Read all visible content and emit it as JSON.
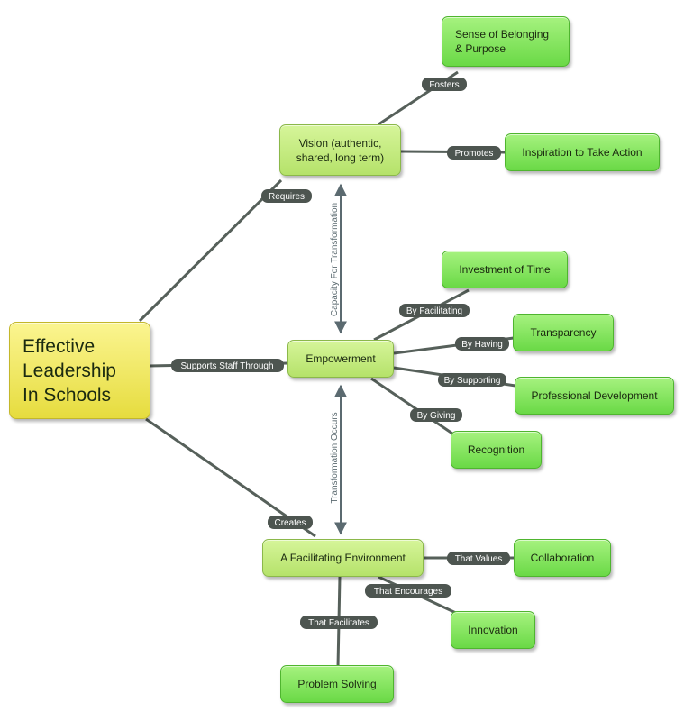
{
  "diagram": {
    "nodes": {
      "root": "Effective\nLeadership\nIn Schools",
      "vision": "Vision (authentic,\nshared, long term)",
      "belonging": "Sense of Belonging\n& Purpose",
      "inspiration": "Inspiration to Take Action",
      "empowerment": "Empowerment",
      "investment": "Investment of Time",
      "transparency": "Transparency",
      "profdev": "Professional Development",
      "recognition": "Recognition",
      "environment": "A Facilitating Environment",
      "collaboration": "Collaboration",
      "innovation": "Innovation",
      "problem": "Problem Solving"
    },
    "links": {
      "requires": "Requires",
      "supports": "Supports Staff Through",
      "creates": "Creates",
      "fosters": "Fosters",
      "promotes": "Promotes",
      "capacity": "Capacity For Transformation",
      "facilitating": "By Facilitating",
      "having": "By Having",
      "supporting": "By Supporting",
      "giving": "By Giving",
      "occurs": "Transformation Occurs",
      "values": "That Values",
      "encourages": "That Encourages",
      "facilitates": "That Facilitates"
    },
    "colors": {
      "root": "#f0e85a",
      "concept": "#c8ee84",
      "leaf": "#86e65e",
      "link_label": "#4d5550",
      "line": "#56605a"
    }
  }
}
